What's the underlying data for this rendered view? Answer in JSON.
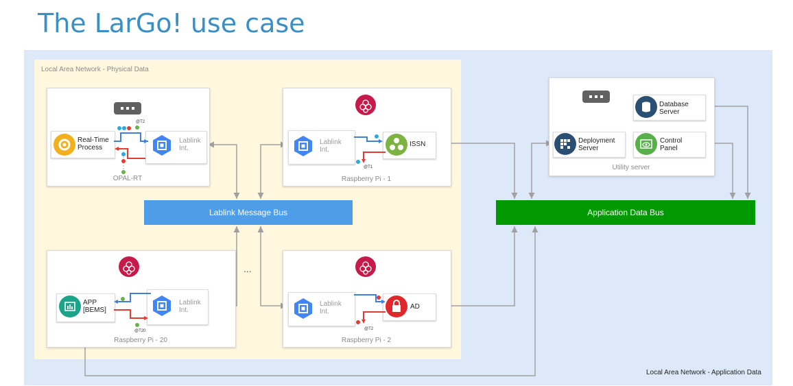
{
  "title": "The LarGo! use case",
  "lan_physical_label": "Local Area Network - Physical Data",
  "lan_application_label": "Local Area Network - Application Data",
  "opal": {
    "caption": "OPAL-RT",
    "process_label": "Real-Time Process",
    "lablink_label": "Lablink Int.",
    "timestamp": "@T2"
  },
  "rpi1": {
    "caption": "Raspberry Pi - 1",
    "lablink_label": "Lablink Int.",
    "node_label": "ISSN",
    "timestamp": "@T1"
  },
  "rpi20": {
    "caption": "Raspberry Pi - 20",
    "app_label": "APP [BEMS]",
    "lablink_label": "Lablink Int.",
    "timestamp": "@T20"
  },
  "rpi2": {
    "caption": "Raspberry Pi - 2",
    "lablink_label": "Lablink Int.",
    "node_label": "AD",
    "timestamp": "@T2"
  },
  "ellipsis": "...",
  "utility": {
    "caption": "Utility server",
    "database_label": "Database Server",
    "deployment_label": "Deployment Server",
    "control_label": "Control Panel"
  },
  "lablink_bus_label": "Lablink Message Bus",
  "app_bus_label": "Application Data Bus",
  "colors": {
    "lablink_bus": "#4d9de9",
    "app_bus": "#009a00",
    "forward_arrow": "#3f7fe0",
    "return_arrow": "#e03c31",
    "connector": "#a0a0a0",
    "raspberry": "#c51a4a"
  },
  "icons": [
    "gear-icon",
    "chip-icon",
    "raspberry-icon",
    "triangle-knot-icon",
    "lock-icon",
    "chart-icon",
    "database-icon",
    "deployment-icon",
    "eye-icon",
    "dots-icon"
  ]
}
